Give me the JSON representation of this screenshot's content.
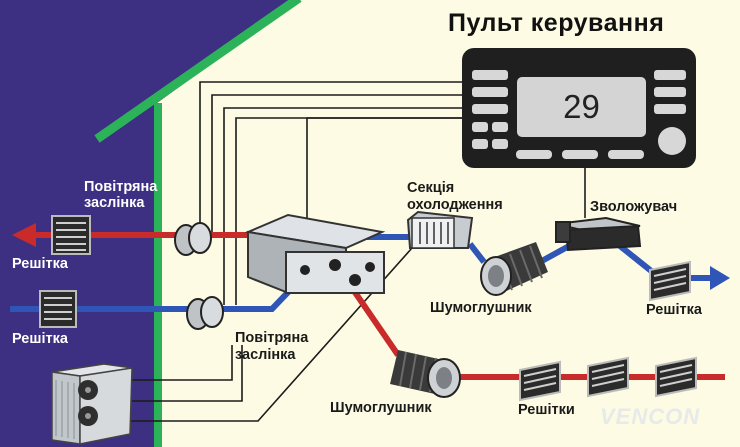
{
  "title": "Пульт керування",
  "display_value": "29",
  "labels": {
    "damper_top": [
      "Повітряна",
      "заслінка"
    ],
    "grille_left_top": "Решітка",
    "grille_left_bottom": "Решітка",
    "damper_bottom": [
      "Повітряна",
      "заслінка"
    ],
    "cooling_section": [
      "Секція",
      "охолодження"
    ],
    "humidifier": "Зволожувач",
    "silencer_top": "Шумоглушник",
    "grille_right": "Решітка",
    "silencer_bottom": "Шумоглушник",
    "grilles_bottom": "Решітки"
  },
  "brand": "VENCON",
  "colors": {
    "outside": "#3d2f82",
    "inside": "#fdfbe3",
    "roof": "#2cb35a",
    "supply_duct": "#c92a2a",
    "intake_duct": "#2f55b7",
    "control_panel": "#1f1f1f",
    "ahu_box": "#c8cdd3"
  },
  "icons": [
    "arrow-left-icon",
    "arrow-right-icon",
    "grille-icon",
    "damper-icon",
    "silencer-icon",
    "fan-icon"
  ]
}
